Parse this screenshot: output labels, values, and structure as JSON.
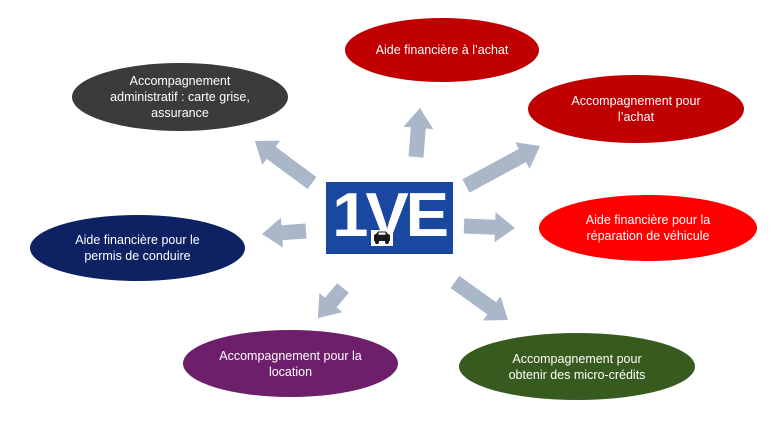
{
  "logo": {
    "text": "1VE",
    "icon": "car-icon"
  },
  "colors": {
    "arrow": "#a9b7c8",
    "logo_bg": "#1a47a0",
    "dark_gray": "#3b3b3b",
    "dark_red": "#c00000",
    "red": "#ff0000",
    "navy": "#0d2163",
    "purple": "#6d1f6b",
    "green": "#375a1e"
  },
  "nodes": {
    "admin": "Accompagnement\nadministratif : carte grise,\nassurance",
    "aid_purchase": "Aide financière à l’achat",
    "support_purchase": "Accompagnement pour\nl’achat",
    "aid_license": "Aide financière pour le\npermis de conduire",
    "aid_repair": "Aide financière pour la\nréparation de véhicule",
    "support_rental": "Accompagnement pour la\nlocation",
    "support_microcredit": "Accompagnement pour\nobtenir des micro-crédits"
  }
}
